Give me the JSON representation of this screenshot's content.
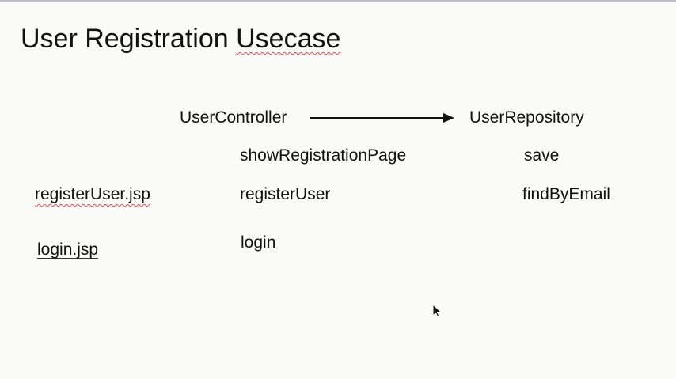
{
  "title": {
    "prefix": "User Registration ",
    "flagged_word": "Usecase"
  },
  "nodes": {
    "user_controller": "UserController",
    "user_repository": "UserRepository"
  },
  "controller_methods": [
    "showRegistrationPage",
    "registerUser",
    "login"
  ],
  "repository_methods": [
    "save",
    "findByEmail"
  ],
  "views": [
    "registerUser.jsp",
    "login.jsp"
  ],
  "colors": {
    "background": "#fafaf9",
    "text": "#111111",
    "spellcheck_underline": "#d9534f",
    "top_border": "#bdbdc4"
  },
  "icons": {
    "arrow": "right-arrow-icon",
    "cursor": "mouse-pointer-icon"
  }
}
